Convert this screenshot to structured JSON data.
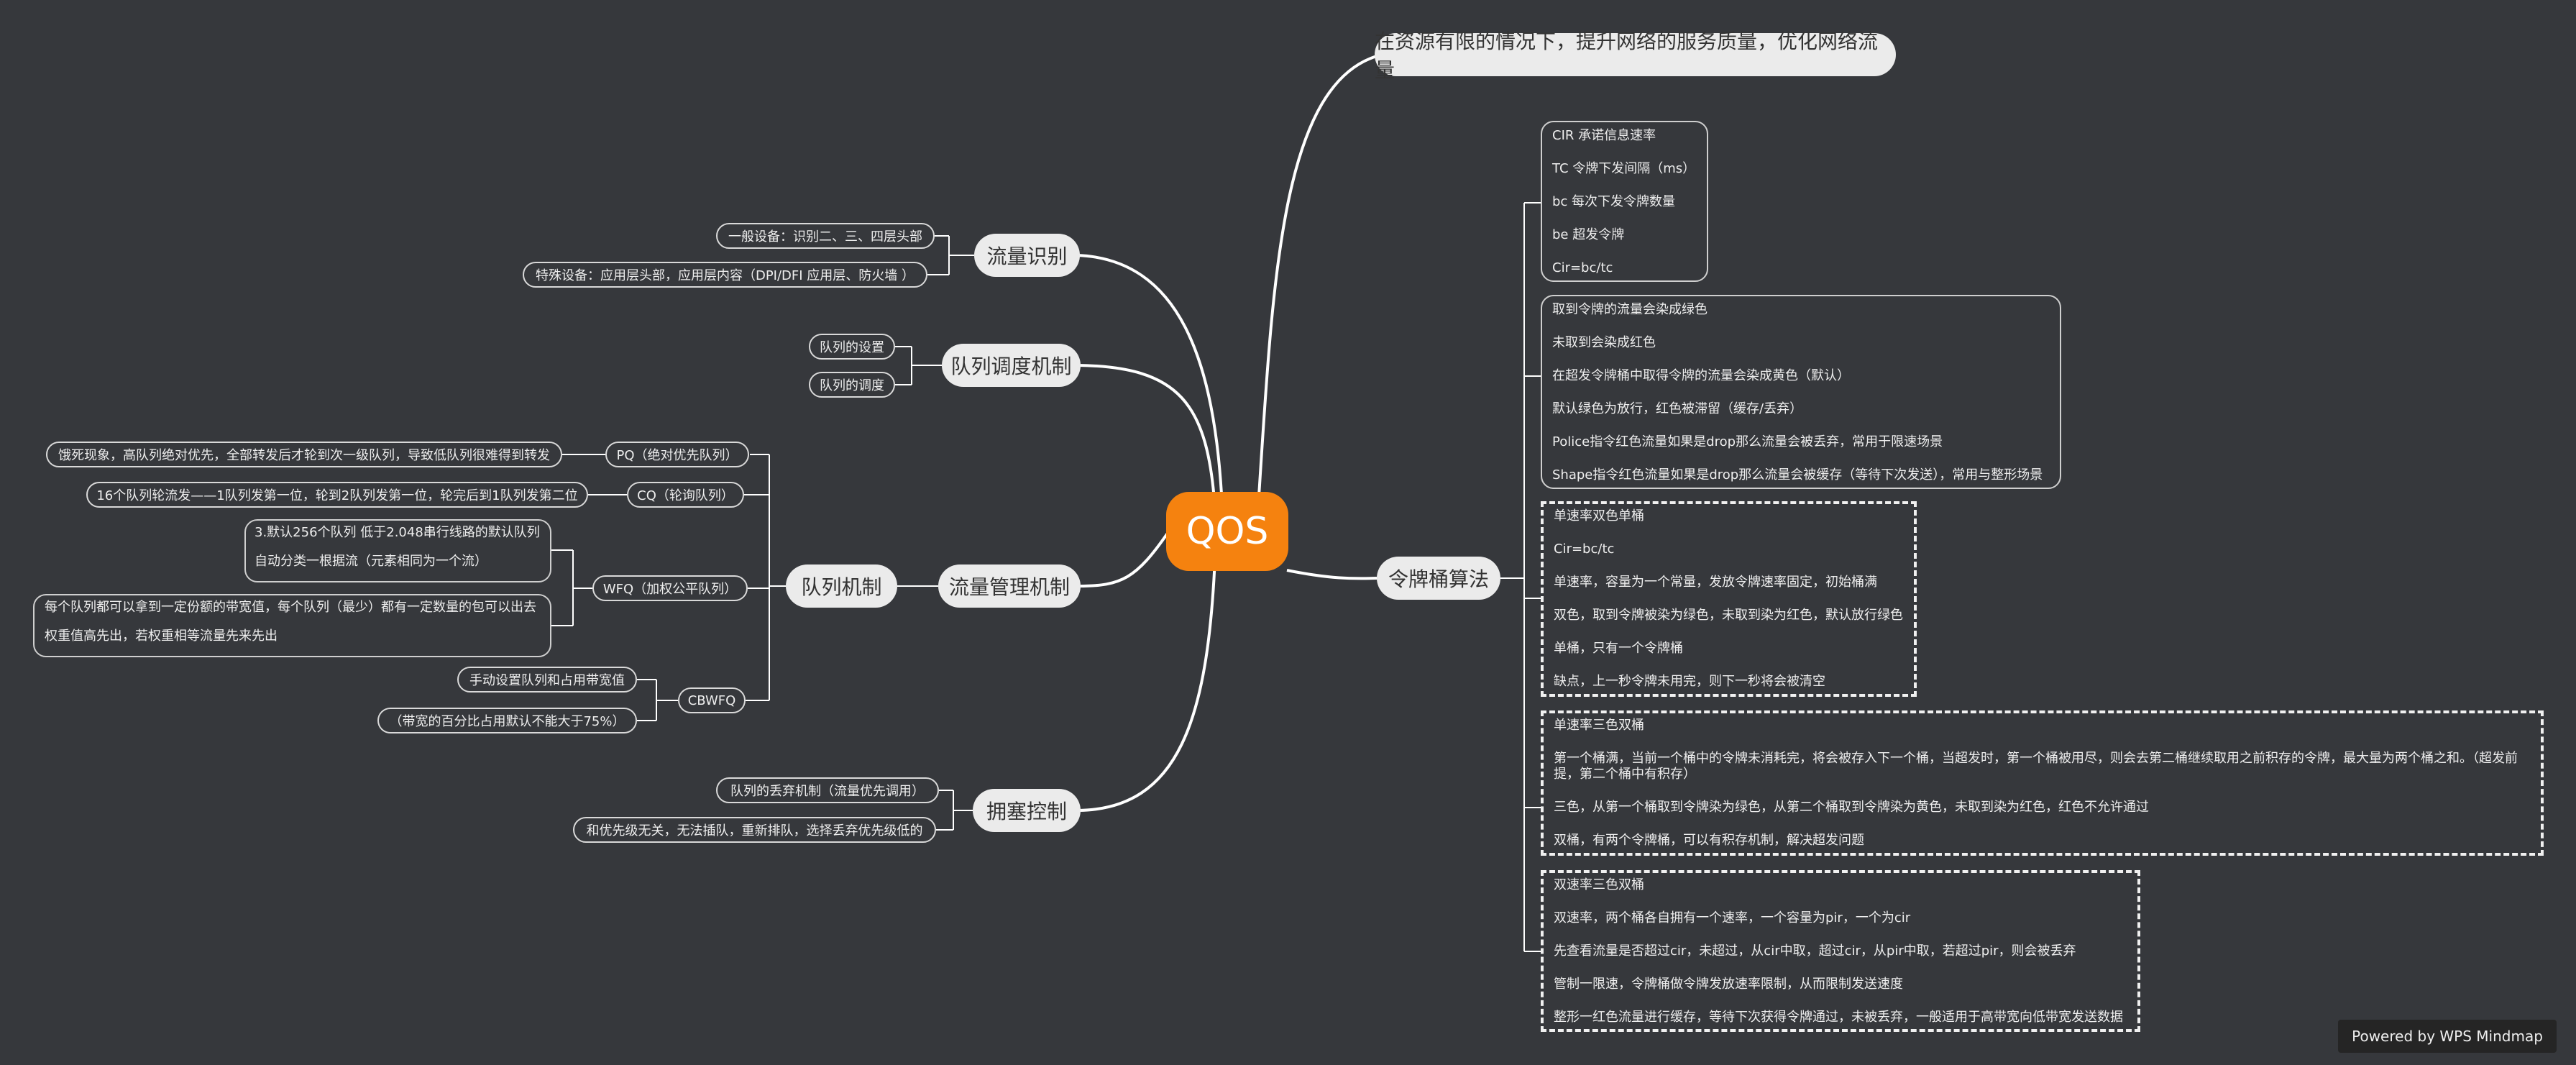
{
  "root": "QOS",
  "goal": "在资源有限的情况下，提升网络的服务质量，优化网络流量",
  "recognition": {
    "title": "流量识别",
    "items": [
      "一般设备：识别二、三、四层头部",
      "特殊设备：应用层头部，应用层内容（DPI/DFI 应用层、防火墙 ）"
    ]
  },
  "scheduling": {
    "title": "队列调度机制",
    "items": [
      "队列的设置",
      "队列的调度"
    ]
  },
  "management": {
    "title": "流量管理机制",
    "queue": {
      "title": "队列机制",
      "pq": {
        "label": "PQ（绝对优先队列）",
        "desc": "饿死现象，高队列绝对优先，全部转发后才轮到次一级队列，导致低队列很难得到转发"
      },
      "cq": {
        "label": "CQ（轮询队列）",
        "desc": "16个队列轮流发——1队列发第一位，轮到2队列发第一位，轮完后到1队列发第二位"
      },
      "wfq": {
        "label": "WFQ（加权公平队列）",
        "box1": [
          "3.默认256个队列  低于2.048串行线路的默认队列",
          "自动分类一根据流（元素相同为一个流）"
        ],
        "box2": [
          "每个队列都可以拿到一定份额的带宽值，每个队列（最少）都有一定数量的包可以出去",
          "权重值高先出，若权重相等流量先来先出"
        ]
      },
      "cbwfq": {
        "label": "CBWFQ",
        "items": [
          "手动设置队列和占用带宽值",
          "（带宽的百分比占用默认不能大于75%）"
        ]
      }
    }
  },
  "congestion": {
    "title": "拥塞控制",
    "items": [
      "队列的丢弃机制（流量优先调用）",
      "和优先级无关，无法插队，重新排队，选择丢弃优先级低的"
    ]
  },
  "token": {
    "title": "令牌桶算法",
    "params": [
      "CIR  承诺信息速率",
      "TC  令牌下发间隔（ms）",
      "bc  每次下发令牌数量",
      "be  超发令牌",
      "Cir=bc/tc"
    ],
    "coloring": [
      "取到令牌的流量会染成绿色",
      "未取到会染成红色",
      "在超发令牌桶中取得令牌的流量会染成黄色（默认）",
      "默认绿色为放行，红色被滞留（缓存/丢弃）",
      "Police指令红色流量如果是drop那么流量会被丢弃，常用于限速场景",
      "Shape指令红色流量如果是drop那么流量会被缓存（等待下次发送），常用与整形场景"
    ],
    "srsc": [
      "单速率双色单桶",
      "Cir=bc/tc",
      "单速率，容量为一个常量，发放令牌速率固定，初始桶满",
      "双色，取到令牌被染为绿色，未取到染为红色，默认放行绿色",
      "单桶，只有一个令牌桶",
      "缺点，上一秒令牌未用完，则下一秒将会被清空"
    ],
    "srtc": [
      "单速率三色双桶",
      "第一个桶满，当前一个桶中的令牌未消耗完，将会被存入下一个桶，当超发时，第一个桶被用尽，则会去第二桶继续取用之前积存的令牌，最大量为两个桶之和。（超发前提，第二个桶中有积存）",
      "三色，从第一个桶取到令牌染为绿色，从第二个桶取到令牌染为黄色，未取到染为红色，红色不允许通过",
      "双桶，有两个令牌桶，可以有积存机制，解决超发问题"
    ],
    "trtc": [
      "双速率三色双桶",
      "双速率，两个桶各自拥有一个速率，一个容量为pir，一个为cir",
      "先查看流量是否超过cir，未超过，从cir中取，超过cir，从pir中取，若超过pir，则会被丢弃",
      "管制一限速，令牌桶做令牌发放速率限制，从而限制发送速度",
      "整形一红色流量进行缓存，等待下次获得令牌通过，未被丢弃，一般适用于高带宽向低带宽发送数据"
    ]
  },
  "powered": "Powered by WPS Mindmap"
}
